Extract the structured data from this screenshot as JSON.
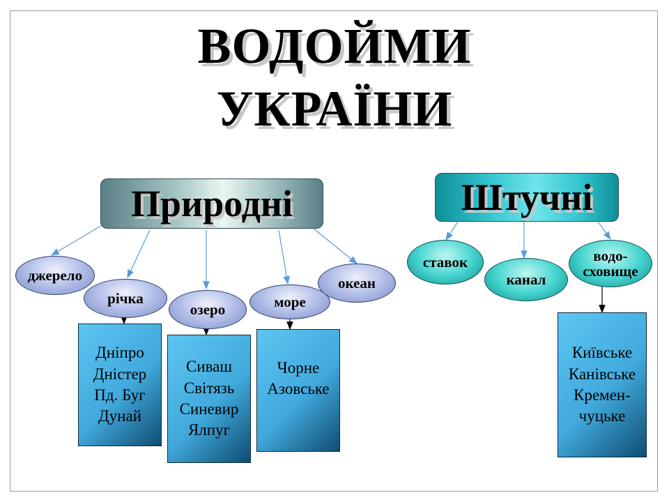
{
  "title": {
    "line1": "ВОДОЙМИ",
    "line2": "УКРАЇНИ"
  },
  "natural": {
    "label": "Природні",
    "types": [
      "джерело",
      "річка",
      "озеро",
      "море",
      "океан"
    ],
    "rivers": [
      "Дніпро",
      "Дністер",
      "Пд. Буг",
      "Дунай"
    ],
    "lakes": [
      "Сиваш",
      "Світязь",
      "Синевир",
      "Ялпуг"
    ],
    "seas": [
      "Чорне",
      "Азовське"
    ]
  },
  "artificial": {
    "label": "Штучні",
    "types": [
      "ставок",
      "канал",
      "водо-\nсховище"
    ],
    "reservoirs": [
      "Київське",
      "Канівське",
      "Кремен-",
      "чуцьке"
    ]
  },
  "colors": {
    "natural_header": "#a7c7c6",
    "artificial_header": "#35c6d0",
    "natural_oval": "#b8c3ea",
    "artificial_oval": "#49d6d0",
    "list_box": "#41a9dc",
    "arrow": "#5b9bd5"
  }
}
